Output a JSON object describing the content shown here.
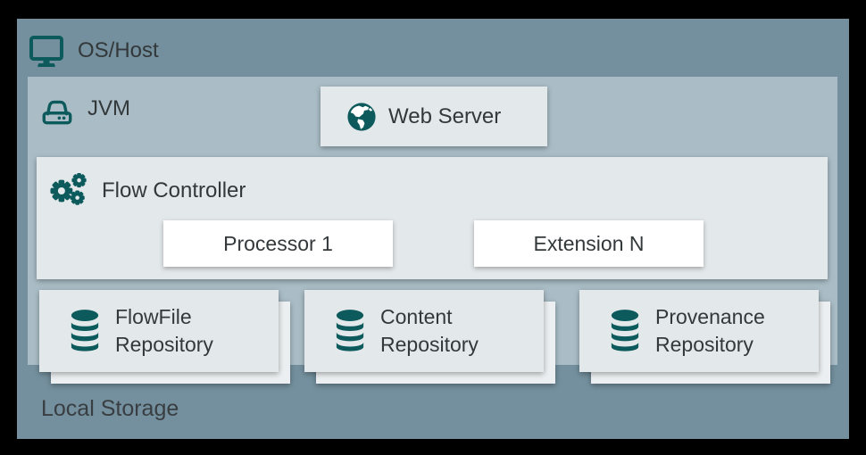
{
  "os_host": {
    "label": "OS/Host",
    "icon": "monitor-icon"
  },
  "jvm": {
    "label": "JVM",
    "icon": "hard-drive-icon"
  },
  "web_server": {
    "label": "Web Server",
    "icon": "globe-icon"
  },
  "flow_controller": {
    "label": "Flow Controller",
    "icon": "gears-icon"
  },
  "components": {
    "processor": "Processor 1",
    "extension": "Extension N"
  },
  "repositories": [
    {
      "line1": "FlowFile",
      "line2": "Repository",
      "icon": "database-icon"
    },
    {
      "line1": "Content",
      "line2": "Repository",
      "icon": "database-icon"
    },
    {
      "line1": "Provenance",
      "line2": "Repository",
      "icon": "database-icon"
    }
  ],
  "local_storage": {
    "label": "Local Storage"
  },
  "colors": {
    "canvas": "#000000",
    "os_host_bg": "#74909e",
    "jvm_bg": "#aabdc6",
    "panel_bg": "#e3e8ea",
    "panel_back_bg": "#eceff1",
    "card_bg": "#ffffff",
    "icon_teal": "#0d5a5c",
    "text": "#33383a"
  }
}
